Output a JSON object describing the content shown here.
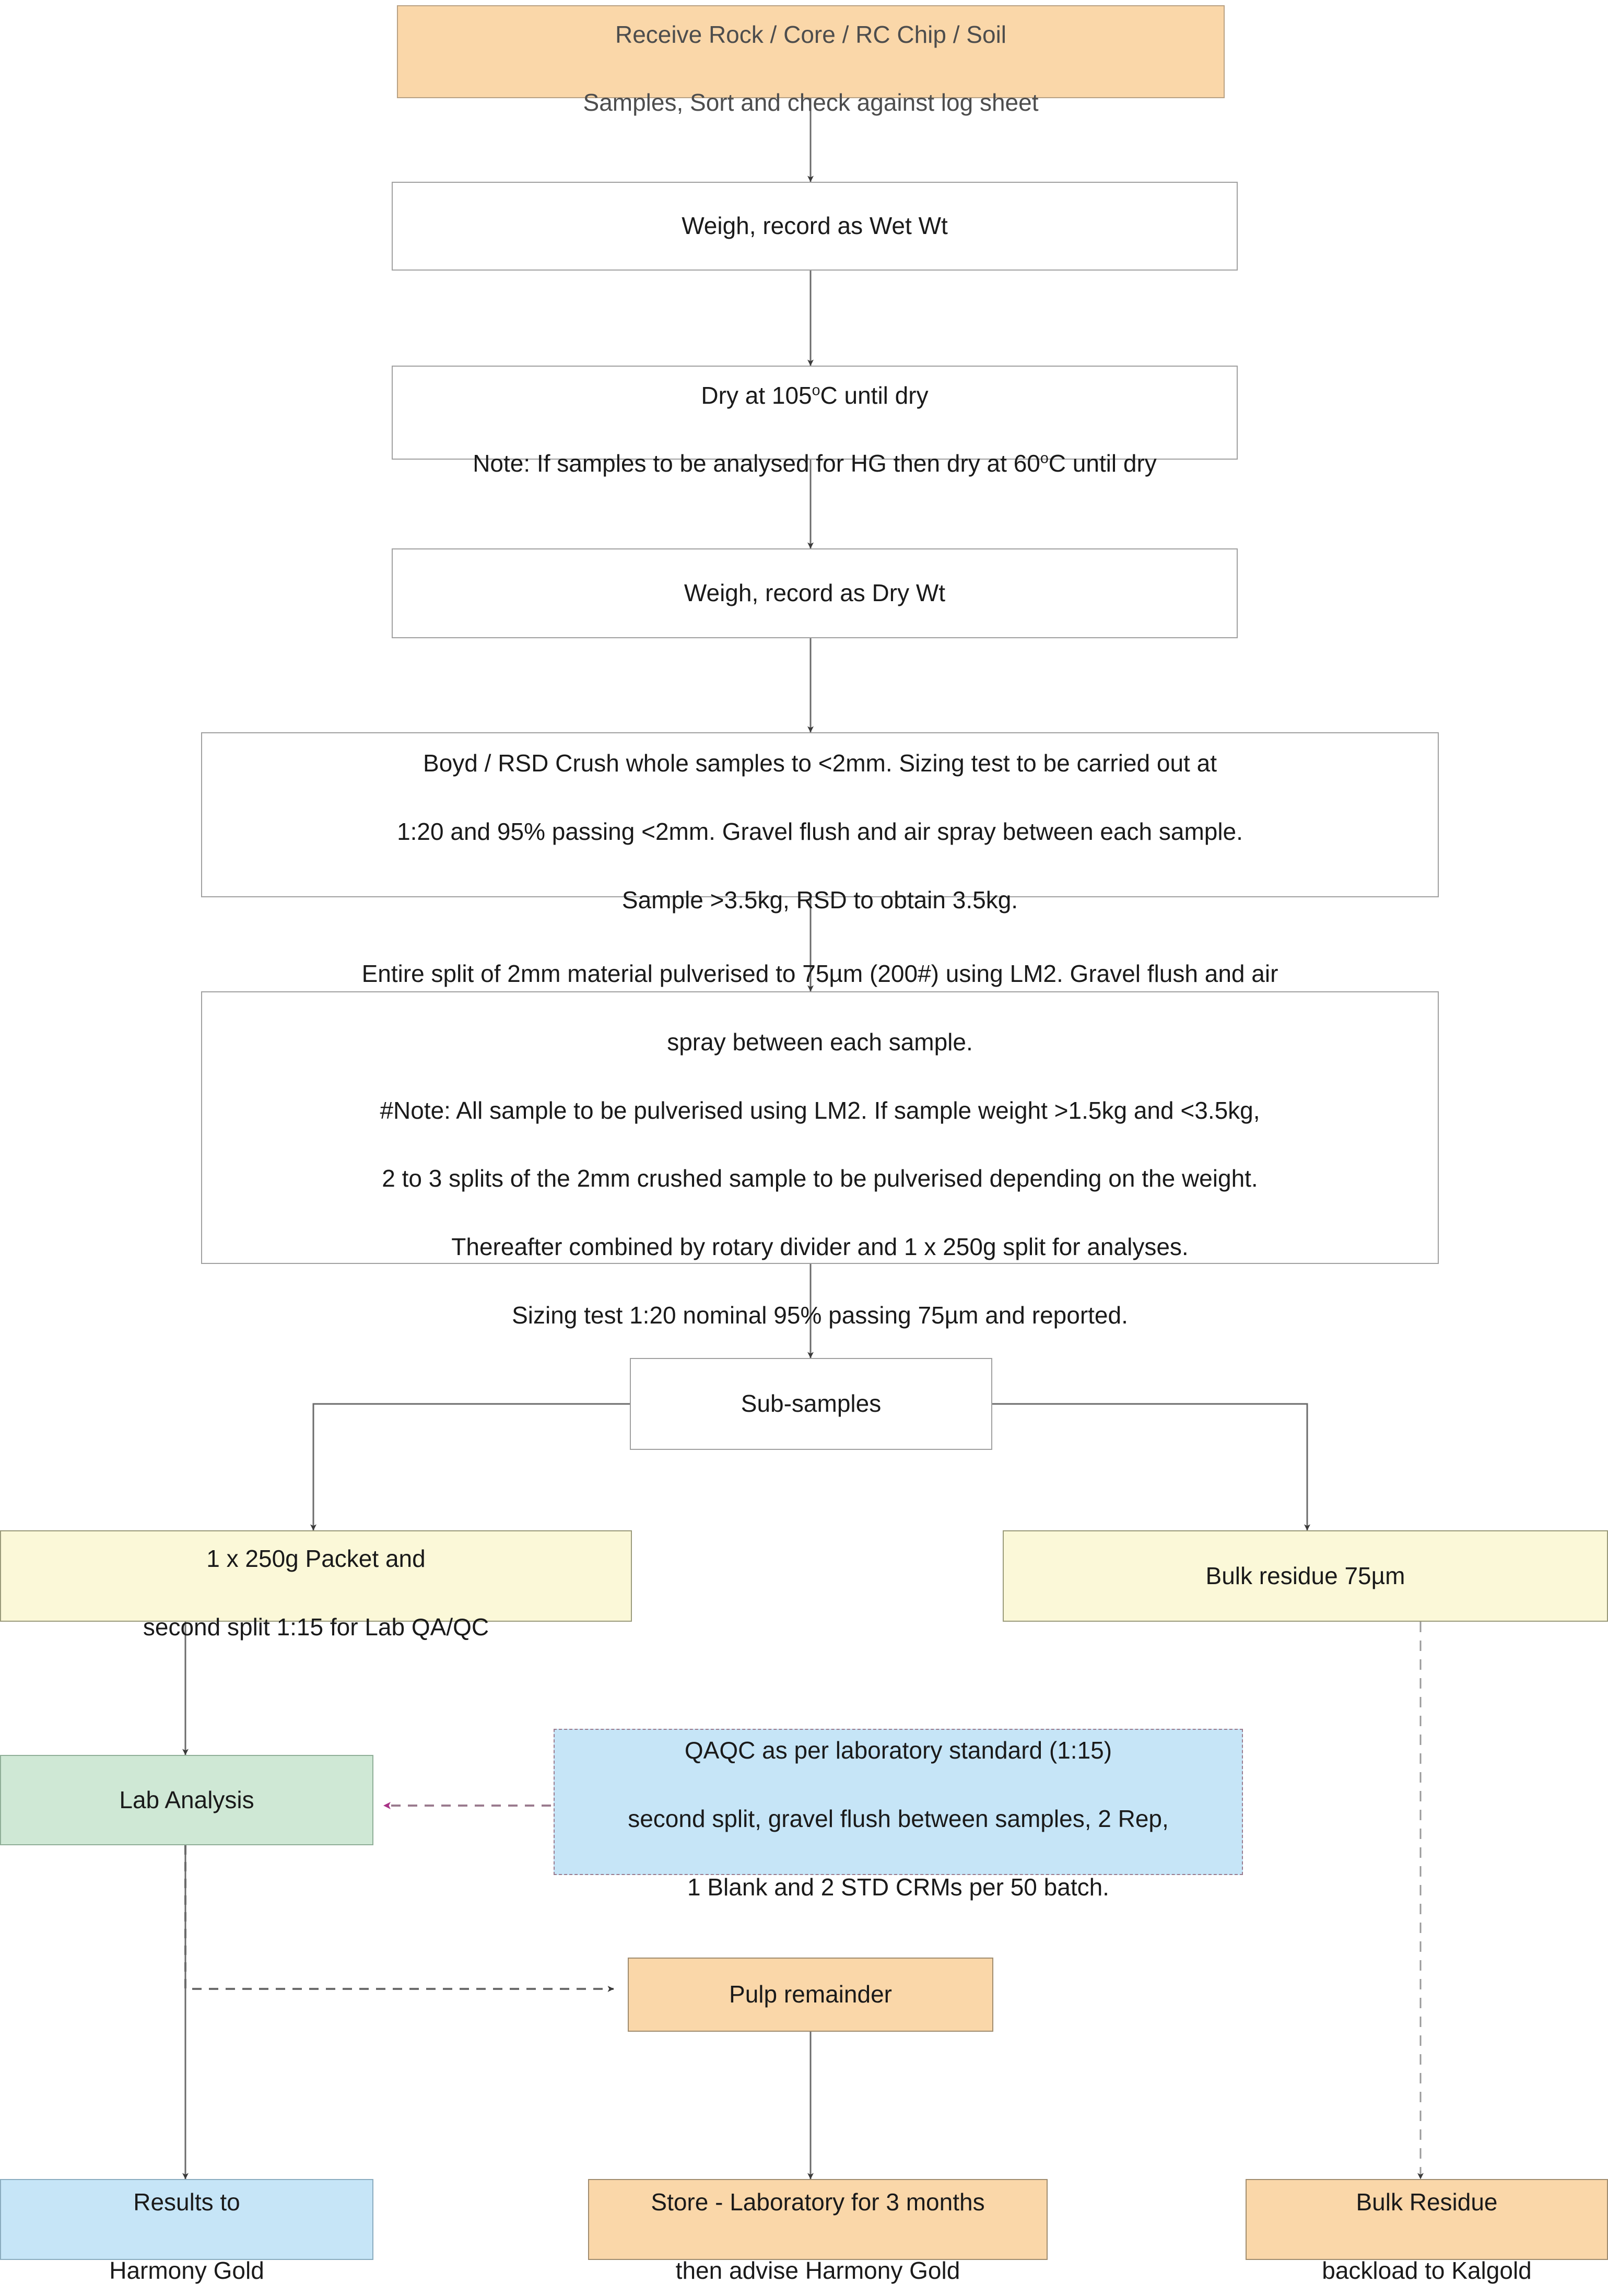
{
  "diagram": {
    "title": "Sample Preparation and Analysis Flowchart",
    "colors": {
      "orange": "#fad7a9",
      "yellow": "#fbf8d8",
      "green": "#cfe8d5",
      "blue": "#c6e5f7",
      "white": "#ffffff",
      "edge": "#5a5a5a",
      "qaqc_arrow": "#a83286"
    }
  },
  "nodes": {
    "receive": {
      "line1": "Receive Rock / Core / RC Chip / Soil",
      "line2": "Samples, Sort and check against  log sheet"
    },
    "weigh_wet": {
      "line1": "Weigh, record as Wet Wt"
    },
    "dry": {
      "line1_a": "Dry at 105",
      "line1_sup": "o",
      "line1_b": "C until dry",
      "line2_a": "Note: If samples to be analysed for HG then dry at 60",
      "line2_sup": "o",
      "line2_b": "C until dry"
    },
    "weigh_dry": {
      "line1": "Weigh, record as Dry Wt"
    },
    "crush": {
      "line1": "Boyd / RSD Crush whole samples to <2mm. Sizing test to be carried out at",
      "line2": "1:20 and 95% passing <2mm. Gravel flush and air spray between each sample.",
      "line3": "Sample >3.5kg, RSD to obtain 3.5kg."
    },
    "pulverise": {
      "line1": "Entire split of 2mm material pulverised to 75µm (200#) using LM2. Gravel flush and air",
      "line2": "spray between each sample.",
      "line3": "#Note: All sample to be pulverised using LM2. If sample weight >1.5kg and <3.5kg,",
      "line4": "2 to 3 splits of the 2mm crushed sample to be pulverised depending on the weight.",
      "line5": "Thereafter combined by rotary divider and 1 x 250g split for analyses.",
      "line6": "Sizing test 1:20 nominal 95% passing 75µm and reported."
    },
    "subsamples": {
      "line1": "Sub-samples"
    },
    "packet": {
      "line1": "1 x 250g Packet and",
      "line2": "second split 1:15 for Lab QA/QC"
    },
    "bulk_residue": {
      "line1": "Bulk residue 75µm"
    },
    "lab_analysis": {
      "line1": "Lab Analysis"
    },
    "qaqc": {
      "line1": "QAQC as per laboratory standard (1:15)",
      "line2": "second split, gravel flush between samples, 2 Rep,",
      "line3": "1 Blank and 2 STD CRMs per 50 batch."
    },
    "pulp_remainder": {
      "line1": "Pulp remainder"
    },
    "results": {
      "line1": "Results to",
      "line2": "Harmony Gold"
    },
    "store": {
      "line1": "Store - Laboratory for 3 months",
      "line2": "then advise Harmony Gold"
    },
    "backload": {
      "line1": "Bulk Residue",
      "line2": "backload to Kalgold"
    }
  }
}
